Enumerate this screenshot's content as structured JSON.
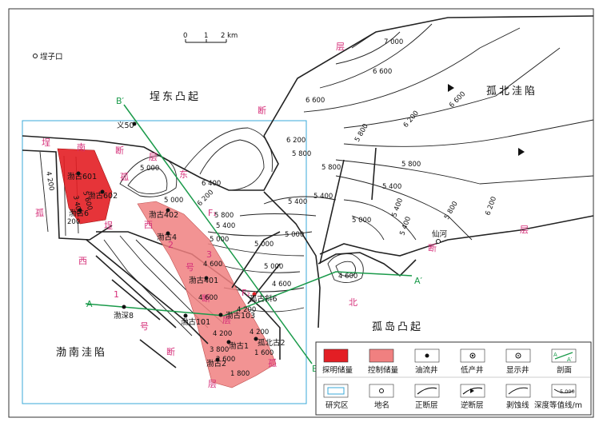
{
  "scale_bar": {
    "ticks": [
      "0",
      "1",
      "2 km"
    ]
  },
  "places": {
    "maizikou": "埕子口",
    "xianhe": "仙河"
  },
  "regions": {
    "chengdong": "埕东凸起",
    "gubei": "孤北洼陷",
    "bonan": "渤南洼陷",
    "gudao": "孤岛凸起"
  },
  "fault_labels": {
    "top": "层",
    "chengnan": [
      "埕",
      "南",
      "断",
      "层"
    ],
    "gu_left": "孤",
    "dong": "东",
    "gu_mid": "孤",
    "xi1": "西",
    "xi2": "西",
    "cheng2": "埕",
    "hao1": "号",
    "hao2": "号",
    "duan1": "断",
    "duan2": "断",
    "ceng1": "层",
    "ceng2": "层",
    "beiduan": "断",
    "gu_lower": "孤",
    "bei": "北",
    "ceng_right": "层",
    "duan_right": "断",
    "n1": "1",
    "n2": "2",
    "n3": "3",
    "F2": "F₂",
    "F1": "F₁"
  },
  "sections": {
    "A": "A",
    "A_prime": "A′",
    "B": "B",
    "B_prime": "B′"
  },
  "wells": {
    "yi50": "义50",
    "bogu601": "渤古601",
    "bogu602": "渤古602",
    "bogu6": "渤古6",
    "bogu402": "渤古402",
    "bogu4": "渤古4",
    "bogu401": "渤古401",
    "boshen8": "渤深8",
    "bogu101": "渤古101",
    "bogu103": "渤古103",
    "bogu1": "渤古1",
    "gubeigu2": "孤北古2",
    "guxian": "孤古斜6",
    "bogu2": "渤古2"
  },
  "contour_values": {
    "c7000": "7 000",
    "c6600a": "6 600",
    "c6600b": "6 600",
    "c6200a": "6 200",
    "c6200b": "6 200",
    "c6200c": "6 200",
    "c6200d": "6 200",
    "c5800a": "5 800",
    "c5800b": "5 800",
    "c5800c": "5 800",
    "c5800d": "5 800",
    "c5800e": "5 800",
    "c5800f": "5 800",
    "c5400a": "5 400",
    "c5400b": "5 400",
    "c5400c": "5 400",
    "c5400d": "5 400",
    "c5400e": "5 400",
    "c5400f": "5 400",
    "c5000a": "5 000",
    "c5000b": "5 000",
    "c5000c": "5 000",
    "c5000d": "5 000",
    "c5000e": "5 000",
    "c5000f": "5 000",
    "c5000g": "5 000",
    "c4600a": "4 600",
    "c4600b": "4 600",
    "c4600c": "4 600",
    "c4600d": "4 600",
    "c4200a": "4 200",
    "c4200b": "4 200",
    "c4200c": "4 200",
    "c3800": "3 800",
    "c6400": "6 400",
    "c5600": "5 600",
    "c4200l": "4 200",
    "c200": "200",
    "c3400": "3 400",
    "c2600": "2 600",
    "c1800": "1 800",
    "c1600": "1 600"
  },
  "legend": {
    "items": [
      "探明储量",
      "控制储量",
      "油流井",
      "低产井",
      "显示井",
      "剖面",
      "研究区",
      "地名",
      "正断层",
      "逆断层",
      "剥蚀线",
      "深度等值线/m"
    ],
    "section_sample": [
      "A",
      "A′"
    ],
    "contour_sample": "5 000"
  },
  "colors": {
    "proven": "#e31e24",
    "controlled": "#f08080",
    "study_area": "#3aa8d8",
    "section_line": "#1a9a4a",
    "fault_label": "#d6307a"
  }
}
